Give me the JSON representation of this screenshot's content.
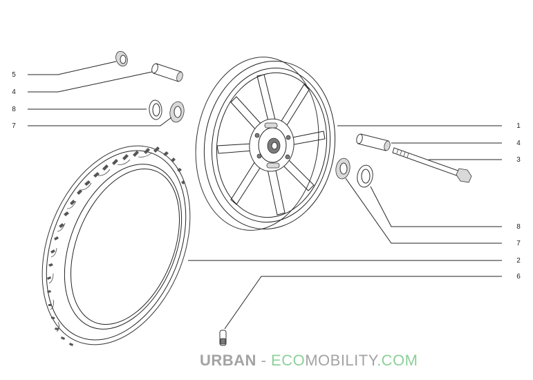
{
  "callouts": {
    "left": [
      "5",
      "4",
      "8",
      "7"
    ],
    "right": [
      "1",
      "4",
      "3",
      "8",
      "7",
      "2",
      "6"
    ]
  },
  "watermark": {
    "part1": "URBAN",
    "part2": " - ",
    "part3": "ECO",
    "part4": "MOBILITY",
    "part5": ".COM"
  },
  "colors": {
    "line": "#222222",
    "watermark_gray": "#a3a3a3",
    "watermark_green": "#8ecf9a"
  }
}
